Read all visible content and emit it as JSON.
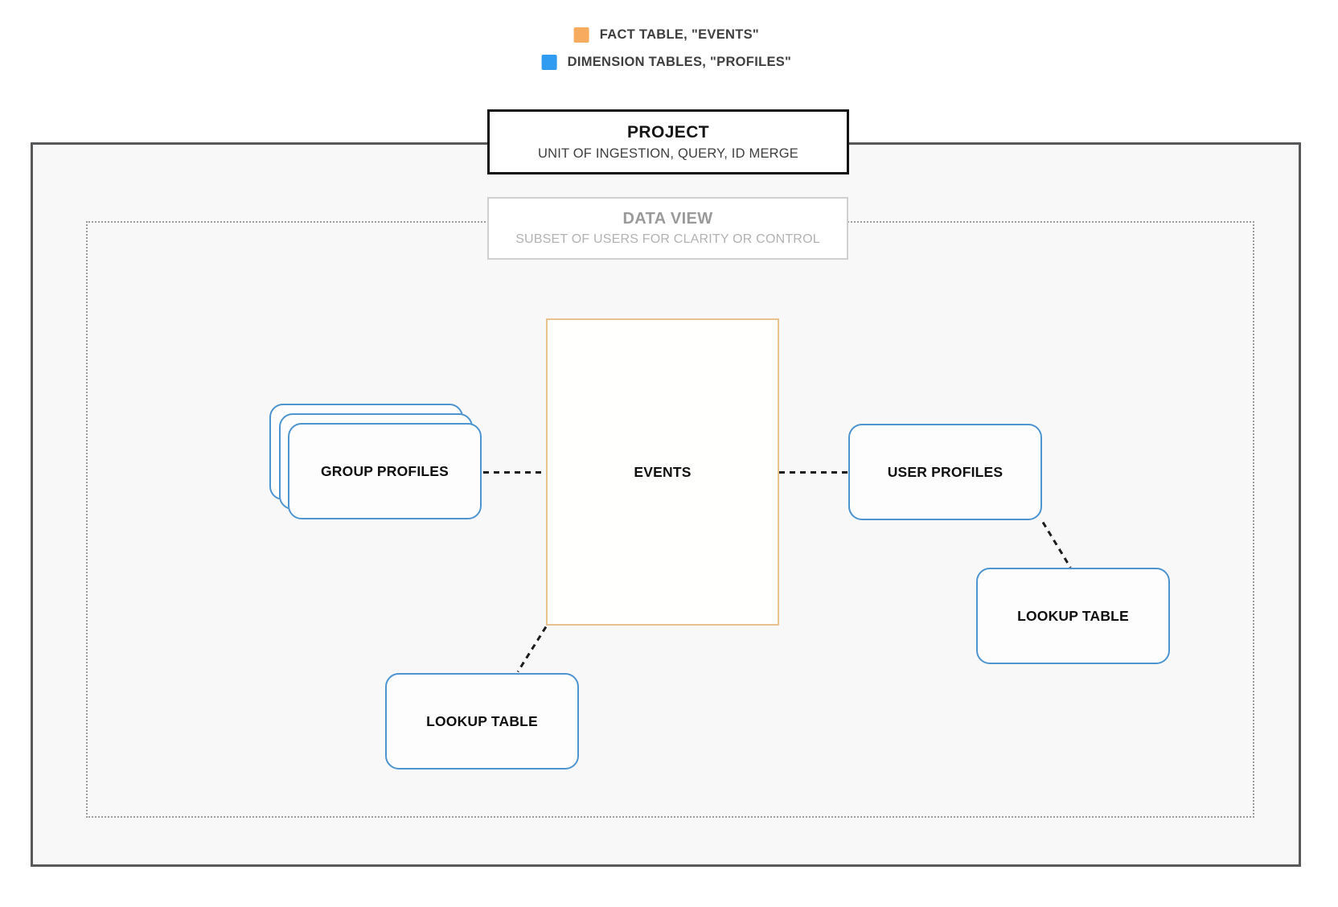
{
  "legend": {
    "items": [
      {
        "label": "FACT TABLE, \"EVENTS\"",
        "color": "#f6ab5e"
      },
      {
        "label": "DIMENSION TABLES, \"PROFILES\"",
        "color": "#2f9bf1"
      }
    ]
  },
  "project": {
    "title": "PROJECT",
    "subtitle": "UNIT OF INGESTION, QUERY, ID MERGE"
  },
  "data_view": {
    "title": "DATA VIEW",
    "subtitle": "SUBSET OF USERS FOR CLARITY OR CONTROL"
  },
  "nodes": {
    "group_profiles": {
      "label": "GROUP PROFILES"
    },
    "events": {
      "label": "EVENTS"
    },
    "user_profiles": {
      "label": "USER PROFILES"
    },
    "lookup_table_bottom": {
      "label": "LOOKUP TABLE"
    },
    "lookup_table_right": {
      "label": "LOOKUP TABLE"
    }
  },
  "colors": {
    "fact_border": "#eac28f",
    "dimension_border": "#4d94d0",
    "outer_border": "#57585a",
    "dotted_border": "#9b9b9b",
    "connector": "#1c1c1c"
  }
}
